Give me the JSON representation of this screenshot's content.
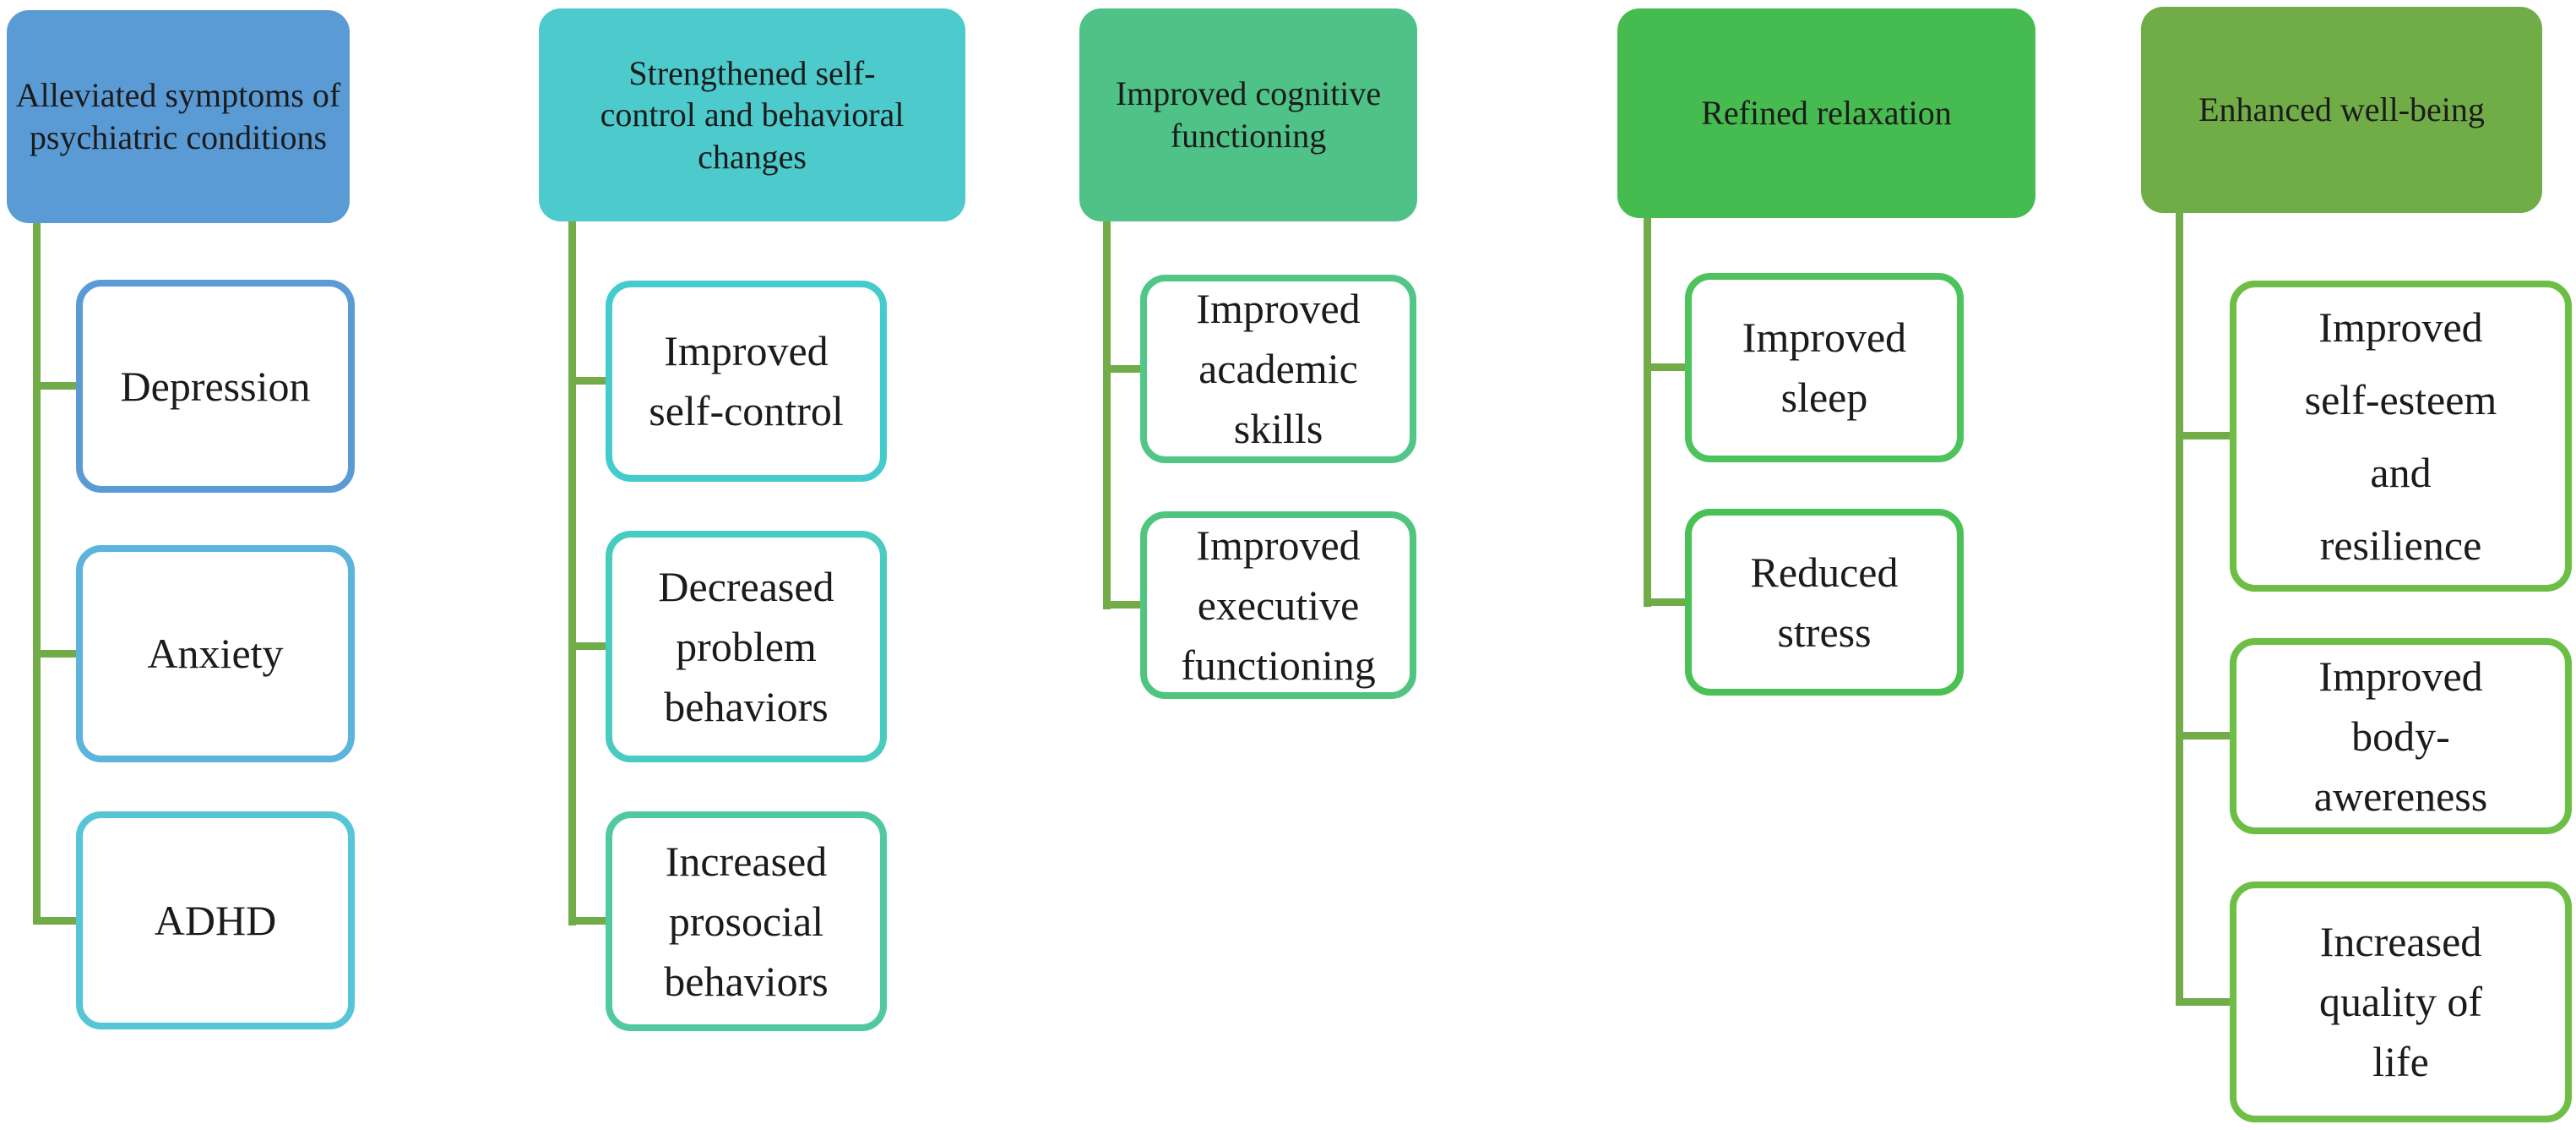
{
  "figure": {
    "connector_color": "#72AC49",
    "text_color": "#1b1b1b",
    "columns": [
      {
        "title": "Alleviated symptoms of\npsychiatric conditions",
        "header_color": "#5B9BD5",
        "children": [
          {
            "label": "Depression",
            "border_color": "#5B9BD5"
          },
          {
            "label": "Anxiety",
            "border_color": "#5CB3DC"
          },
          {
            "label": "ADHD",
            "border_color": "#56C5D6"
          }
        ]
      },
      {
        "title": "Strengthened self-\ncontrol and behavioral\nchanges",
        "header_color": "#4CCACC",
        "children": [
          {
            "label": "Improved\nself-control",
            "border_color": "#44CCCC"
          },
          {
            "label": "Decreased\nproblem\nbehaviors",
            "border_color": "#48CCC0"
          },
          {
            "label": "Increased\nprosocial\nbehaviors",
            "border_color": "#50C99E"
          }
        ]
      },
      {
        "title": "Improved cognitive\nfunctioning",
        "header_color": "#4EC287",
        "children": [
          {
            "label": "Improved\nacademic\nskills",
            "border_color": "#52C687"
          },
          {
            "label": "Improved\nexecutive\nfunctioning",
            "border_color": "#4FC57F"
          }
        ]
      },
      {
        "title": "Refined relaxation",
        "header_color": "#46BB50",
        "children": [
          {
            "label": "Improved\nsleep",
            "border_color": "#4CC35B"
          },
          {
            "label": "Reduced\nstress",
            "border_color": "#49C154"
          }
        ]
      },
      {
        "title": "Enhanced well-being",
        "header_color": "#70AD47",
        "children": [
          {
            "label": "Improved\nself-esteem\nand\nresilience",
            "border_color": "#6CBE45"
          },
          {
            "label": "Improved\nbody-\nawereness",
            "border_color": "#6DBE45"
          },
          {
            "label": "Increased\nquality of\nlife",
            "border_color": "#6FBF47"
          }
        ]
      }
    ]
  }
}
